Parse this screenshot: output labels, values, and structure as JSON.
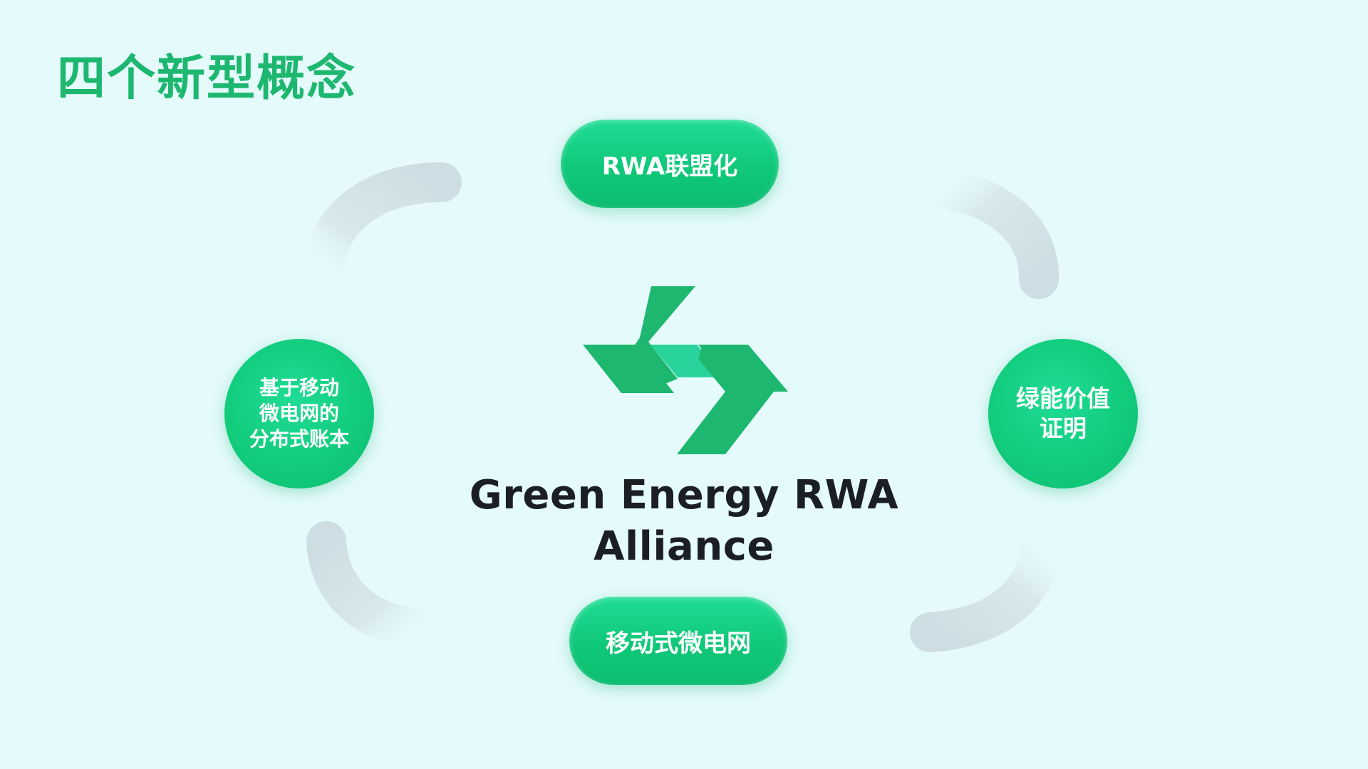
{
  "slide": {
    "title": "四个新型概念",
    "brand_name": "Green Energy RWA Alliance",
    "concepts": {
      "top": "RWA联盟化",
      "right": "绿能价值\n证明",
      "bottom": "移动式微电网",
      "left": "基于移动\n微电网的\n分布式账本"
    },
    "colors": {
      "background": "#e4fafb",
      "accent_green": "#1db76f",
      "logo_light": "#2ad39b",
      "text_dark": "#1b1f24"
    }
  }
}
